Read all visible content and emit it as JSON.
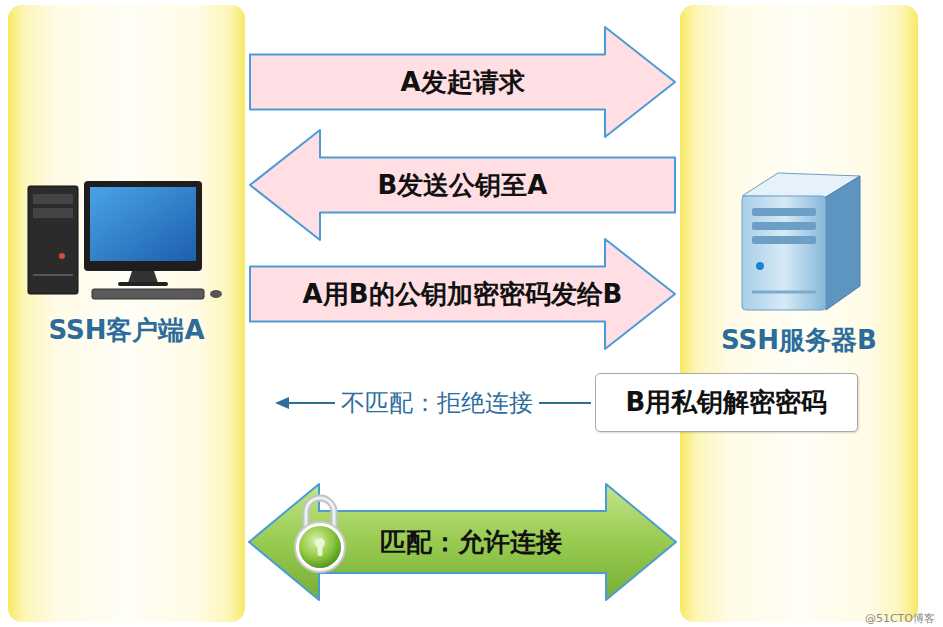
{
  "diagram": {
    "nodes": [
      {
        "text": [
          "SSH客户端A"
        ]
      },
      {
        "text": [
          "SSH服务器B"
        ]
      },
      {
        "text": [
          "B用私钥解密密码"
        ]
      }
    ],
    "edges": [
      {
        "from": 0,
        "to": 1,
        "arrow": "to",
        "label": "A发起请求"
      },
      {
        "from": 1,
        "to": 0,
        "arrow": "to",
        "label": "B发送公钥至A"
      },
      {
        "from": 0,
        "to": 1,
        "arrow": "to",
        "label": "A用B的公钥加密密码发给B"
      },
      {
        "from": 2,
        "to": 0,
        "arrow": "to",
        "label": "不匹配：拒绝连接"
      },
      {
        "from": 0,
        "to": 1,
        "arrow": "both",
        "label": "匹配：允许连接"
      }
    ],
    "labels": [
      "@51CTO博客"
    ]
  }
}
